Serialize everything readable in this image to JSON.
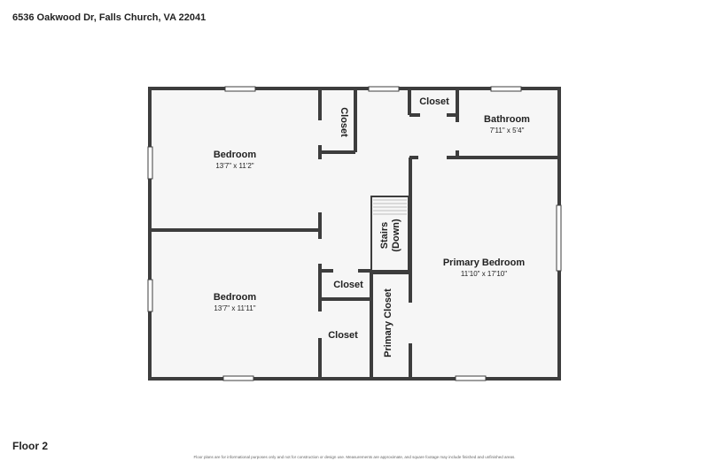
{
  "header": {
    "address": "6536 Oakwood Dr, Falls Church, VA 22041"
  },
  "footer": {
    "floor_label": "Floor 2",
    "disclaimer": "Floor plans are for informational purposes only and not for construction or design use. Measurements are approximate, and square footage may include finished and unfinished areas."
  },
  "rooms": {
    "bedroom_1": {
      "name": "Bedroom",
      "dims": "13'7\" x 11'2\""
    },
    "bedroom_2": {
      "name": "Bedroom",
      "dims": "13'7\" x 11'11\""
    },
    "primary_bedroom": {
      "name": "Primary Bedroom",
      "dims": "11'10\" x 17'10\""
    },
    "bathroom": {
      "name": "Bathroom",
      "dims": "7'11\" x 5'4\""
    },
    "closet_vertical": {
      "name": "Closet"
    },
    "closet_top": {
      "name": "Closet"
    },
    "closet_mid": {
      "name": "Closet"
    },
    "closet_lower": {
      "name": "Closet"
    },
    "primary_closet": {
      "name": "Primary Closet"
    },
    "stairs": {
      "line1": "Stairs",
      "line2": "(Down)"
    }
  },
  "colors": {
    "wall": "#3d3d3d",
    "floor": "#f6f6f6",
    "window": "#ffffff"
  }
}
